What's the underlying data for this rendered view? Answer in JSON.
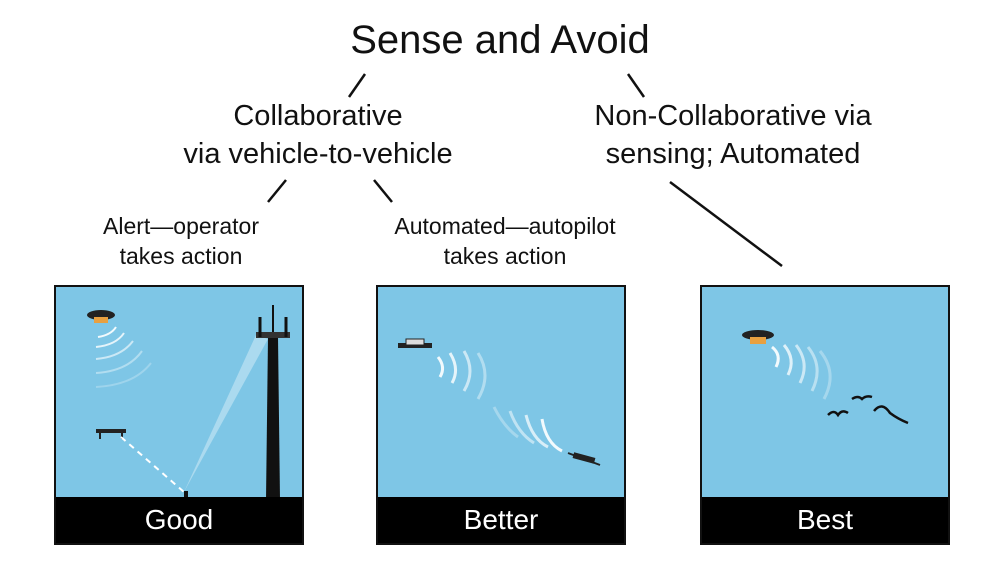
{
  "title": "Sense and Avoid",
  "collaborative": {
    "line1": "Collaborative",
    "line2": "via vehicle-to-vehicle"
  },
  "non_collaborative": {
    "line1": "Non-Collaborative via",
    "line2": "sensing; Automated"
  },
  "alert": {
    "line1": "Alert—operator",
    "line2": "takes action"
  },
  "automated": {
    "line1": "Automated—autopilot",
    "line2": "takes action"
  },
  "panels": [
    {
      "label": "Good"
    },
    {
      "label": "Better"
    },
    {
      "label": "Best"
    }
  ],
  "colors": {
    "sky": "#7ec6e6",
    "bar": "#000000"
  }
}
